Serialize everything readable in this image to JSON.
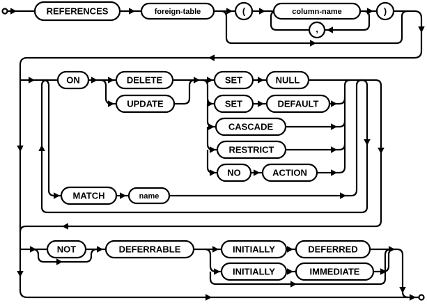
{
  "diagram": {
    "kind": "railroad-syntax-diagram",
    "colors": {
      "line": "#000000",
      "background": "#ffffff",
      "node_fill": "#ffffff"
    },
    "nodes": {
      "references": {
        "label": "REFERENCES",
        "type": "keyword"
      },
      "foreign_table": {
        "label": "foreign-table",
        "type": "nonterminal"
      },
      "open_paren": {
        "label": "(",
        "type": "literal"
      },
      "column_name": {
        "label": "column-name",
        "type": "nonterminal"
      },
      "comma": {
        "label": ",",
        "type": "literal"
      },
      "close_paren": {
        "label": ")",
        "type": "literal"
      },
      "on": {
        "label": "ON",
        "type": "keyword"
      },
      "delete": {
        "label": "DELETE",
        "type": "keyword"
      },
      "update": {
        "label": "UPDATE",
        "type": "keyword"
      },
      "set1": {
        "label": "SET",
        "type": "keyword"
      },
      "null": {
        "label": "NULL",
        "type": "keyword"
      },
      "set2": {
        "label": "SET",
        "type": "keyword"
      },
      "default": {
        "label": "DEFAULT",
        "type": "keyword"
      },
      "cascade": {
        "label": "CASCADE",
        "type": "keyword"
      },
      "restrict": {
        "label": "RESTRICT",
        "type": "keyword"
      },
      "no": {
        "label": "NO",
        "type": "keyword"
      },
      "action": {
        "label": "ACTION",
        "type": "keyword"
      },
      "match": {
        "label": "MATCH",
        "type": "keyword"
      },
      "name": {
        "label": "name",
        "type": "nonterminal"
      },
      "not": {
        "label": "NOT",
        "type": "keyword"
      },
      "deferrable": {
        "label": "DEFERRABLE",
        "type": "keyword"
      },
      "initially1": {
        "label": "INITIALLY",
        "type": "keyword"
      },
      "deferred": {
        "label": "DEFERRED",
        "type": "keyword"
      },
      "initially2": {
        "label": "INITIALLY",
        "type": "keyword"
      },
      "immediate": {
        "label": "IMMEDIATE",
        "type": "keyword"
      }
    }
  }
}
